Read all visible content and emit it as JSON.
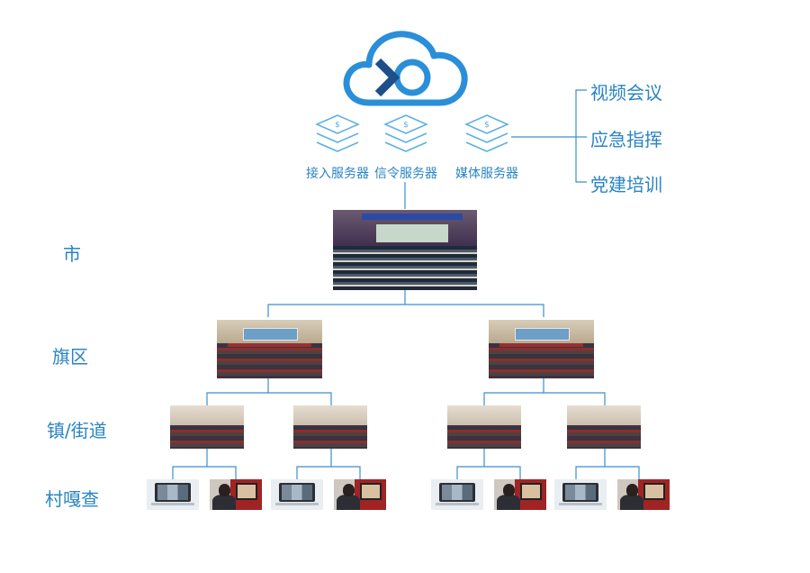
{
  "servers": [
    {
      "label": "接入服务器"
    },
    {
      "label": "信令服务器"
    },
    {
      "label": "媒体服务器"
    }
  ],
  "functions": [
    "视频会议",
    "应急指挥",
    "党建培训"
  ],
  "levels": [
    "市",
    "旗区",
    "镇/街道",
    "村嘎查"
  ],
  "colors": {
    "accent": "#2a84c4",
    "line": "#3a8fcf",
    "icon_blue": "#2a8fd8",
    "icon_dark": "#1d4f8a"
  },
  "icons": {
    "cloud": "cloud-logo-icon",
    "server": "server-stack-icon"
  }
}
